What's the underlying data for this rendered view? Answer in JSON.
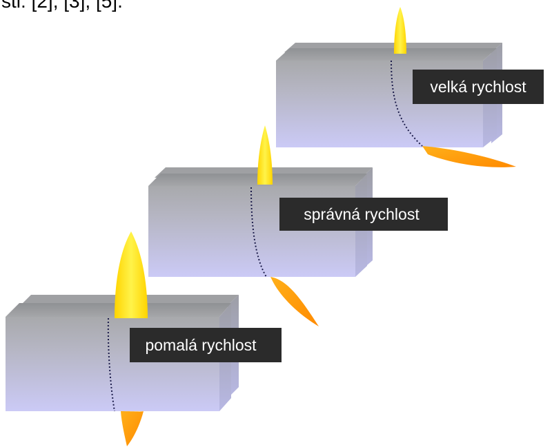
{
  "caption": {
    "text": "sti: [2], [3], [5]."
  },
  "diagram": {
    "stages": [
      {
        "id": "slow",
        "label": "pomalá rychlost"
      },
      {
        "id": "correct",
        "label": "správná rychlost"
      },
      {
        "id": "fast",
        "label": "velká rychlost"
      }
    ]
  },
  "colors": {
    "block_top": "#9c9ea3",
    "block_front_top": "#a9aaad",
    "block_front_bottom": "#c9c9f3",
    "block_side": "#b0b0d8",
    "flame_yellow": "#ffe000",
    "flame_orange": "#ff9900",
    "label_bg": "#2b2b2b",
    "label_text": "#ffffff",
    "cut_line": "#1b1b4a"
  }
}
